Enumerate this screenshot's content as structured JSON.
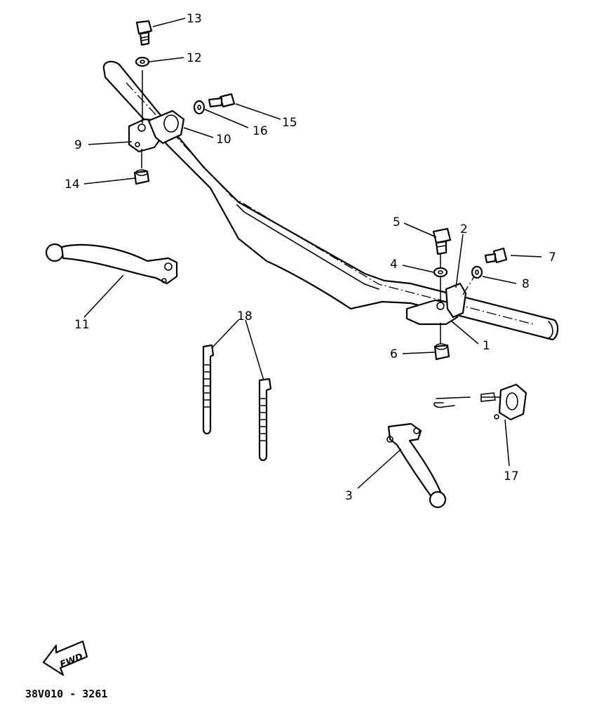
{
  "callouts": {
    "c1": "1",
    "c2": "2",
    "c3": "3",
    "c4": "4",
    "c5": "5",
    "c6": "6",
    "c7": "7",
    "c8": "8",
    "c9": "9",
    "c10": "10",
    "c11": "11",
    "c12": "12",
    "c13": "13",
    "c14": "14",
    "c15": "15",
    "c16": "16",
    "c17": "17",
    "c18": "18"
  },
  "fwd_label": "FWD",
  "drawing_code": "38V010 - 3261"
}
